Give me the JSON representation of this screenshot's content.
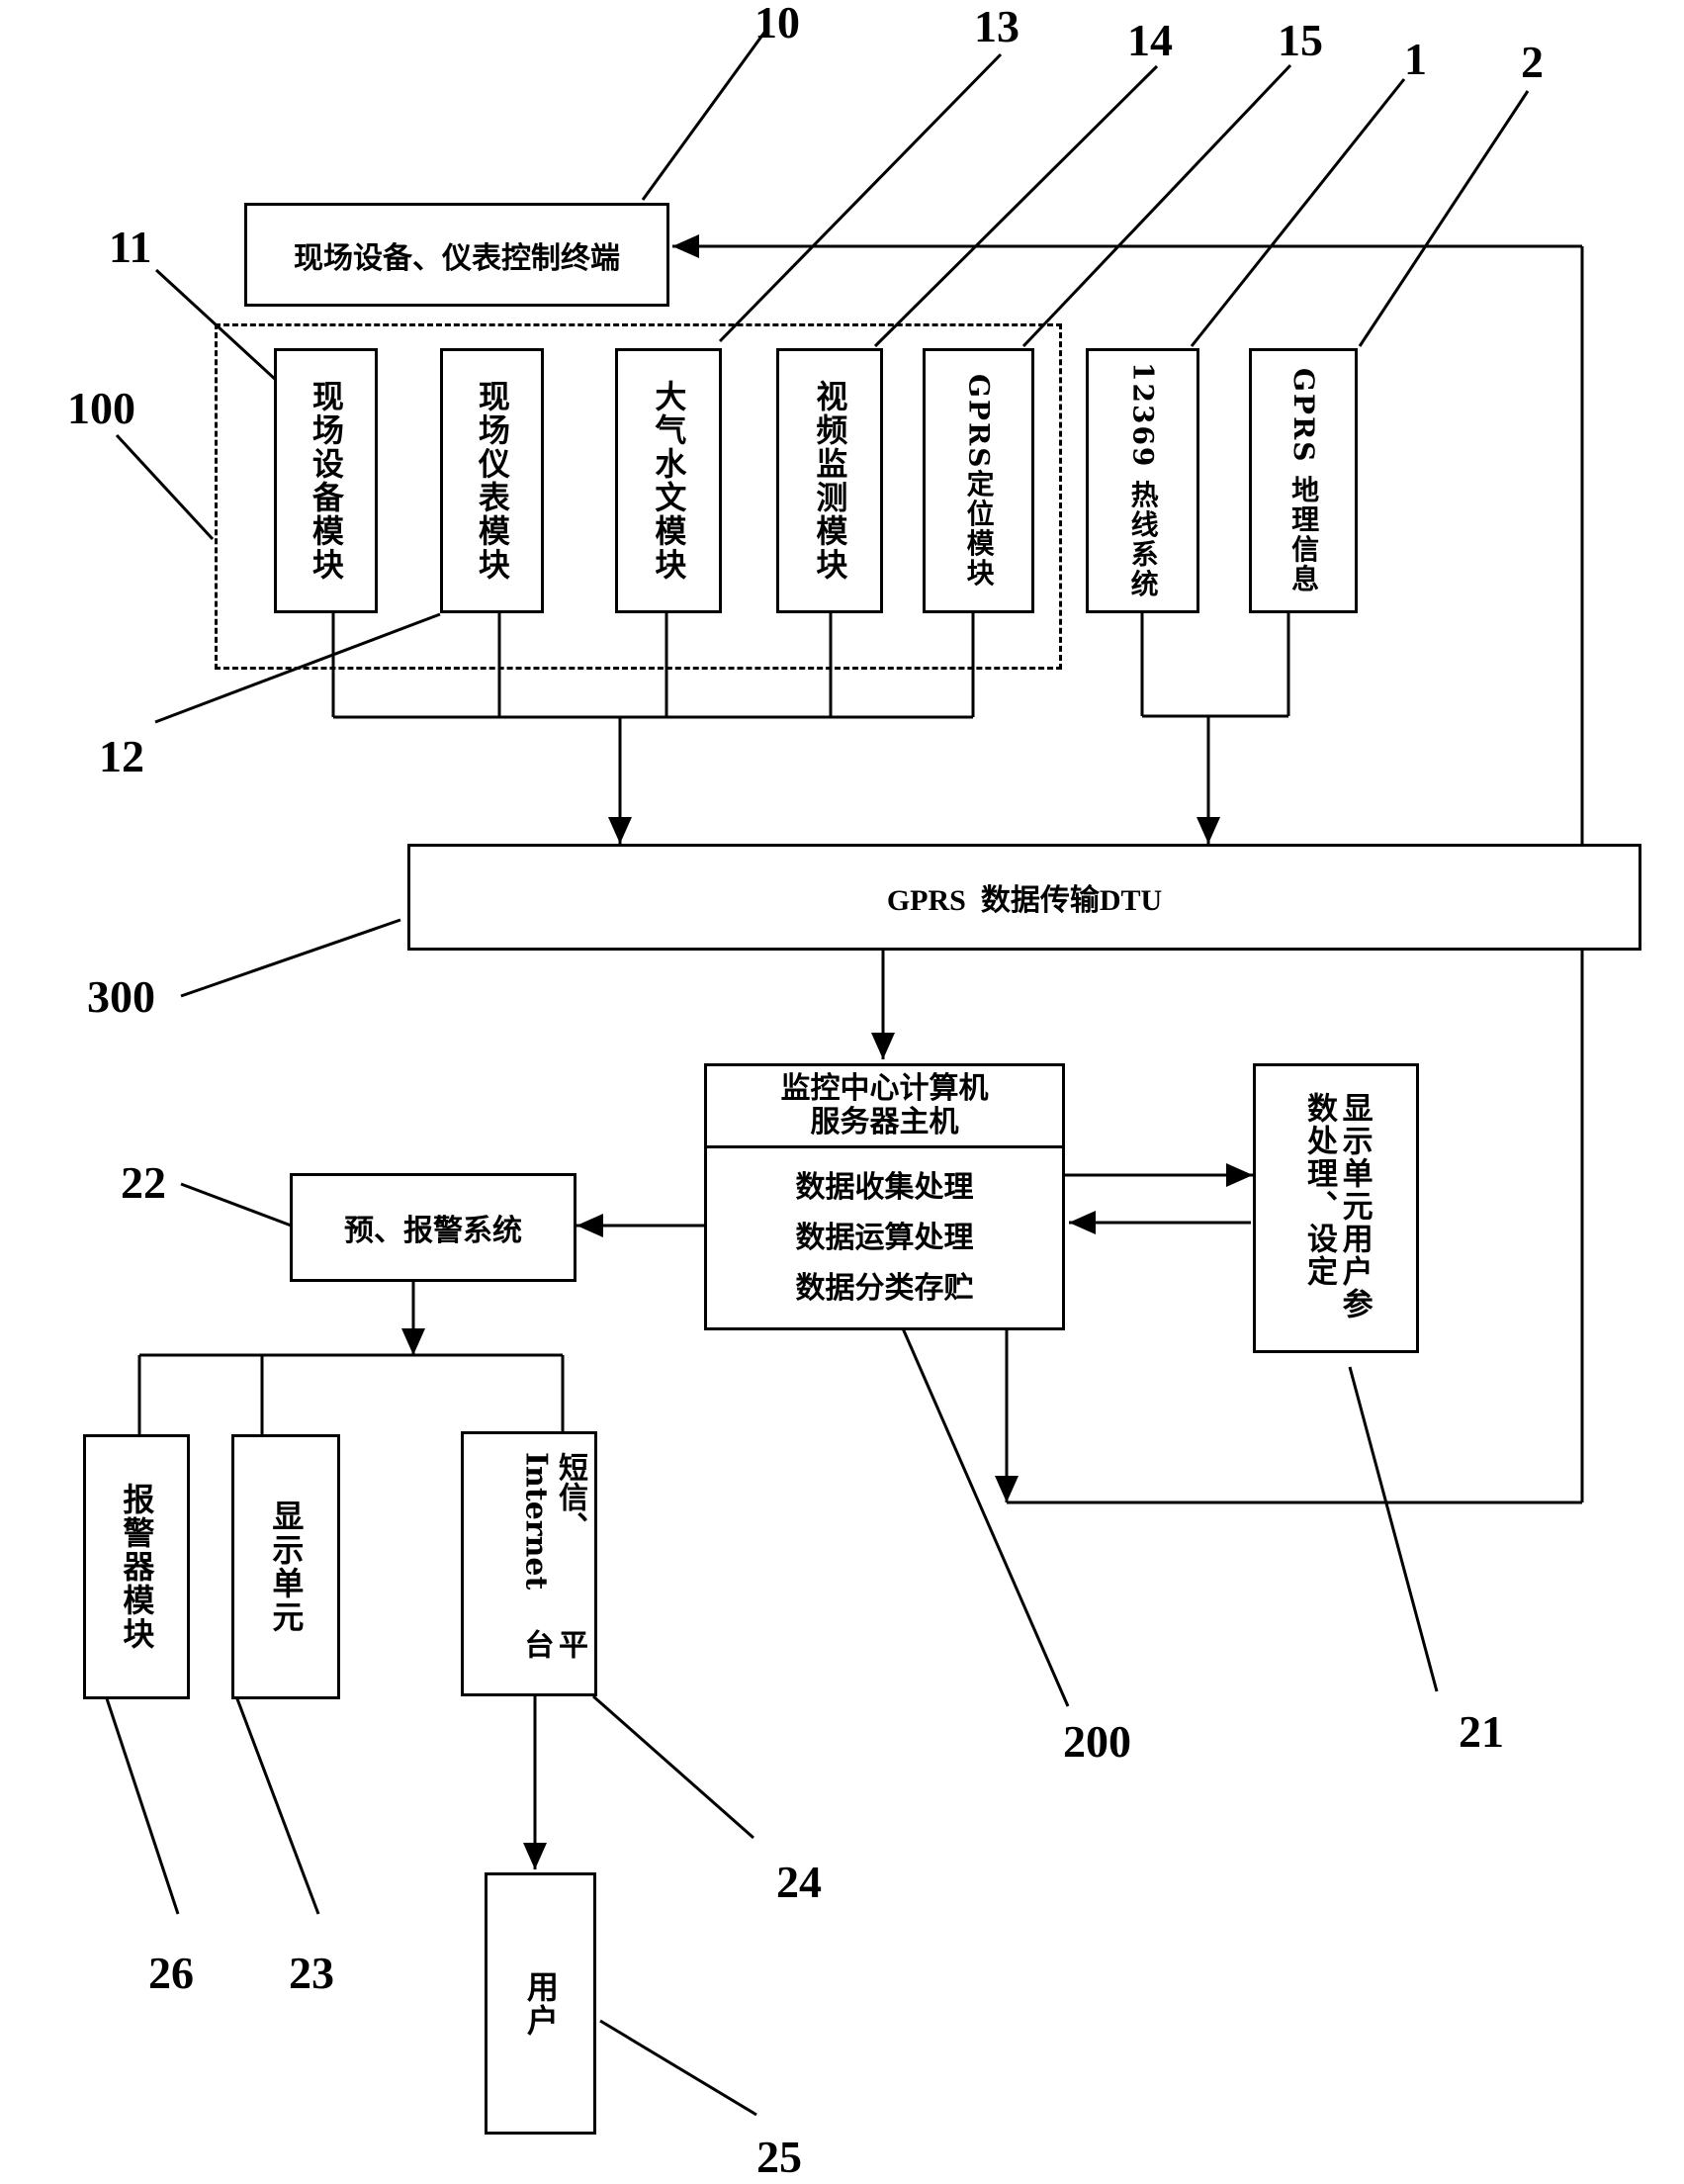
{
  "nodes": {
    "terminal": "现场设备、仪表控制终端",
    "equipment_module": "现场设备模块",
    "instrument_module": "现场仪表模块",
    "hydrology_module": "大气水文模块",
    "video_module": "视频监测模块",
    "gprs_position_module": "GPRS定位模块",
    "hotline": "12369 热线系统",
    "gprs_geo": "GPRS 地理信息",
    "dtu": "GPRS  数据传输DTU",
    "server_title_1": "监控中心计算机",
    "server_title_2": "服务器主机",
    "server_func_1": "数据收集处理",
    "server_func_2": "数据运算处理",
    "server_func_3": "数据分类存贮",
    "display_params": "显示单元用户参数处理、设定",
    "warning_system": "预、报警系统",
    "alarm_module": "报警器模块",
    "display_unit": "显示单元",
    "sms_platform_a": "短信、Internet",
    "sms_platform_b": "平台",
    "user": "用户"
  },
  "ref_numbers": {
    "n10": "10",
    "n13": "13",
    "n14": "14",
    "n15": "15",
    "n1": "1",
    "n2": "2",
    "n11": "11",
    "n100": "100",
    "n12": "12",
    "n300": "300",
    "n22": "22",
    "n200": "200",
    "n21": "21",
    "n24": "24",
    "n26": "26",
    "n23": "23",
    "n25": "25"
  }
}
